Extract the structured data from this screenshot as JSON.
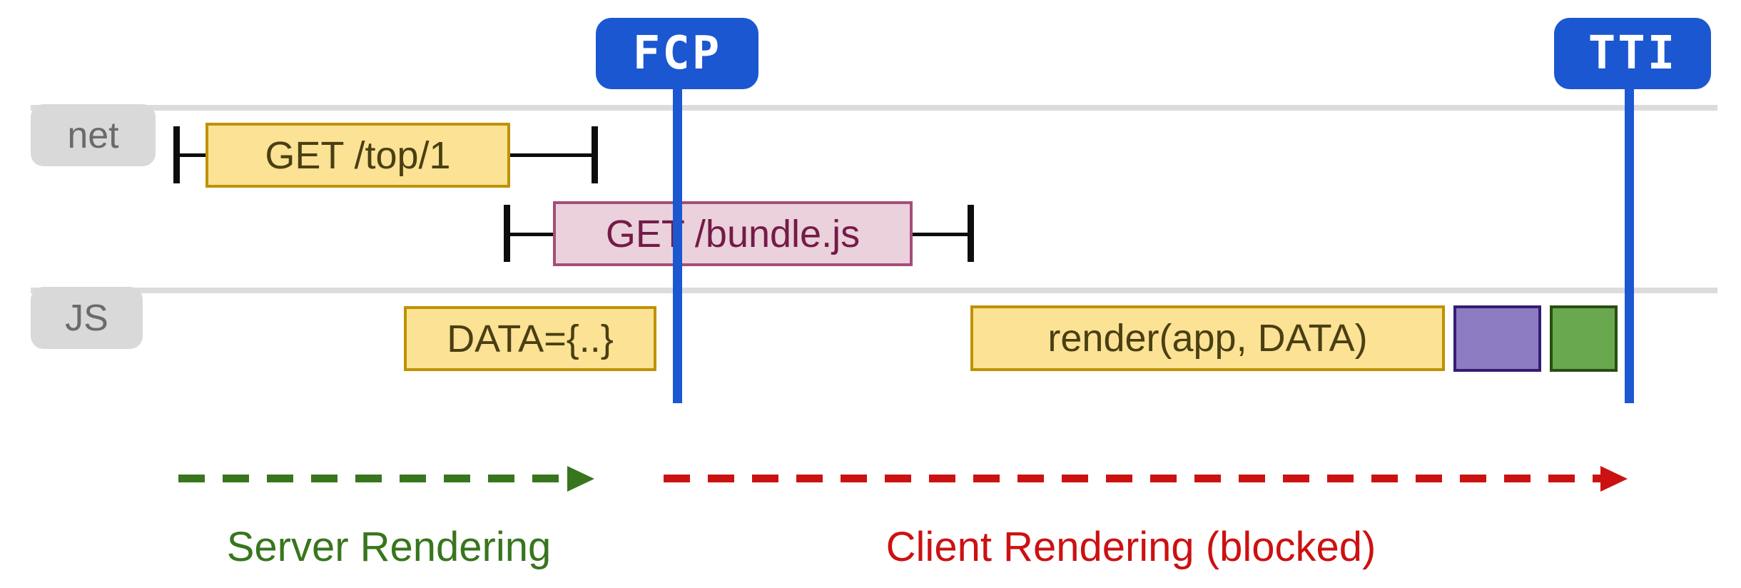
{
  "colors": {
    "brand_blue": "#1b57d0",
    "lane_line_gray": "#dcdcdc",
    "lane_label_bg": "#d9d9d9",
    "lane_label_text": "#6b6b6b",
    "yellow_fill": "#fbe294",
    "yellow_border": "#bf9202",
    "yellow_text": "#4a3f13",
    "pink_fill": "#ead1dc",
    "pink_border": "#a64d79",
    "pink_text": "#741b47",
    "purple_fill": "#8e7cc3",
    "purple_border": "#351c75",
    "green_fill": "#6aa84f",
    "green_border": "#274e13",
    "server_green": "#38761d",
    "client_red": "#cc1111",
    "tick_black": "#0d0d0d"
  },
  "markers": {
    "fcp": "FCP",
    "tti": "TTI"
  },
  "lanes": {
    "net": "net",
    "js": "JS"
  },
  "tasks": {
    "get_top": "GET /top/1",
    "get_bundle": "GET /bundle.js",
    "data": "DATA={..}",
    "render": "render(app, DATA)"
  },
  "phases": {
    "server": "Server Rendering",
    "client": "Client Rendering (blocked)"
  }
}
